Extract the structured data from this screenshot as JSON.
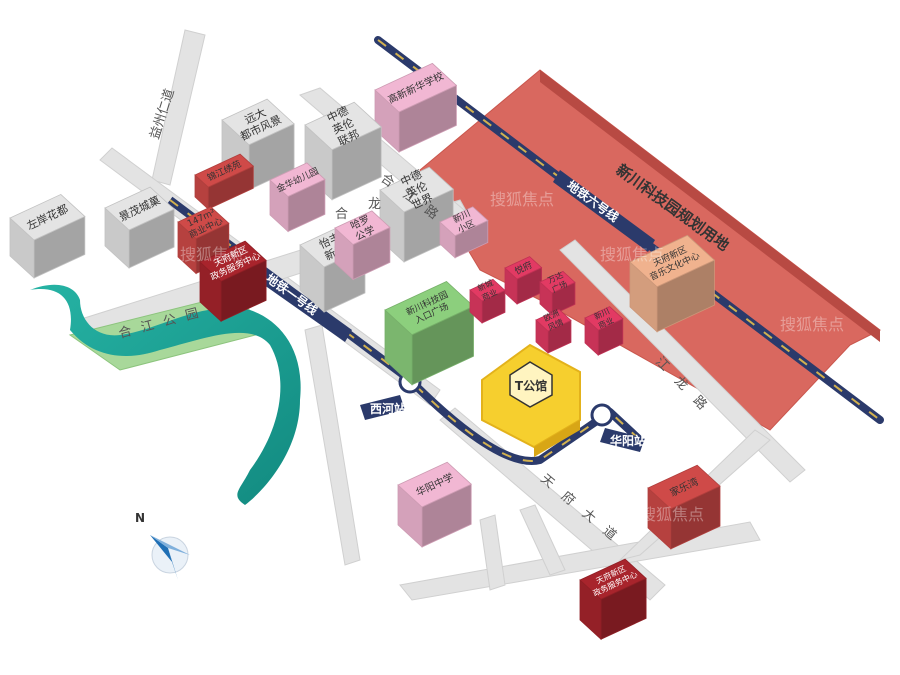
{
  "colors": {
    "road": "#e3e3e3",
    "building_gray": "#e4e4e4",
    "building_pink": "#f1b7d3",
    "building_red": "#cf4a48",
    "building_darkred": "#a8242c",
    "building_magenta": "#e23a63",
    "building_green": "#8ccf7d",
    "building_tan": "#f0b28e",
    "building_yellow": "#f6cf2e",
    "planning_zone": "#d9685f",
    "metro_line": "#2b3a6b",
    "metro_accent": "#d2b14f",
    "river": "#1fa89a",
    "park": "#a8d89a"
  },
  "buildings": {
    "zuoan": "左岸花都",
    "jingmao": "景茂城菓",
    "yuanda": "远大\n都市风景",
    "gaoxin_school": "高新新华学校",
    "zhongde_lianbang": "中德\n英伦\n联邦",
    "jinhua_kinder": "金华幼儿园",
    "zhongde_shijie": "中德\n英伦\n世界",
    "jinxiu": "锦江绣苑",
    "center_147": "147m²\n商业中心",
    "tianfu_service": "天府新区\n政务服务中心",
    "yifeng": "怡丰\n新城",
    "haluo": "哈罗\n公学",
    "xinchuan_small": "新川\n小区",
    "tianfu_art": "天府新区\n音乐文化中心",
    "xinchuan_tech": "新川科技园\n入口广场",
    "yuefu": "悦府",
    "t_gongguan": "T公馆",
    "huayang_school": "华阳中学",
    "jialewan": "家乐湾",
    "tianfu_service2": "天府新区\n政务服务中心",
    "mini1": "万达\n广场",
    "mini2": "欧洲\n风情",
    "mini3": "新川\n商业",
    "mini4": "新城\n商业"
  },
  "roads": {
    "yiren_road": "益州仁道",
    "tianfu_ave": "天府大道",
    "hejiang_road": "合江路",
    "jianglong_road": "江龙路",
    "he_road2": "合",
    "long_road2": "龙"
  },
  "metro": {
    "line1": "地铁一号线",
    "line6": "地铁六号线",
    "west_station": "西河站",
    "east_station": "华阳站"
  },
  "zone": {
    "label": "新川科技园规划用地"
  },
  "river_label": {
    "park": "合江公园"
  },
  "compass": {
    "label": "N"
  },
  "watermark": "搜狐焦点"
}
